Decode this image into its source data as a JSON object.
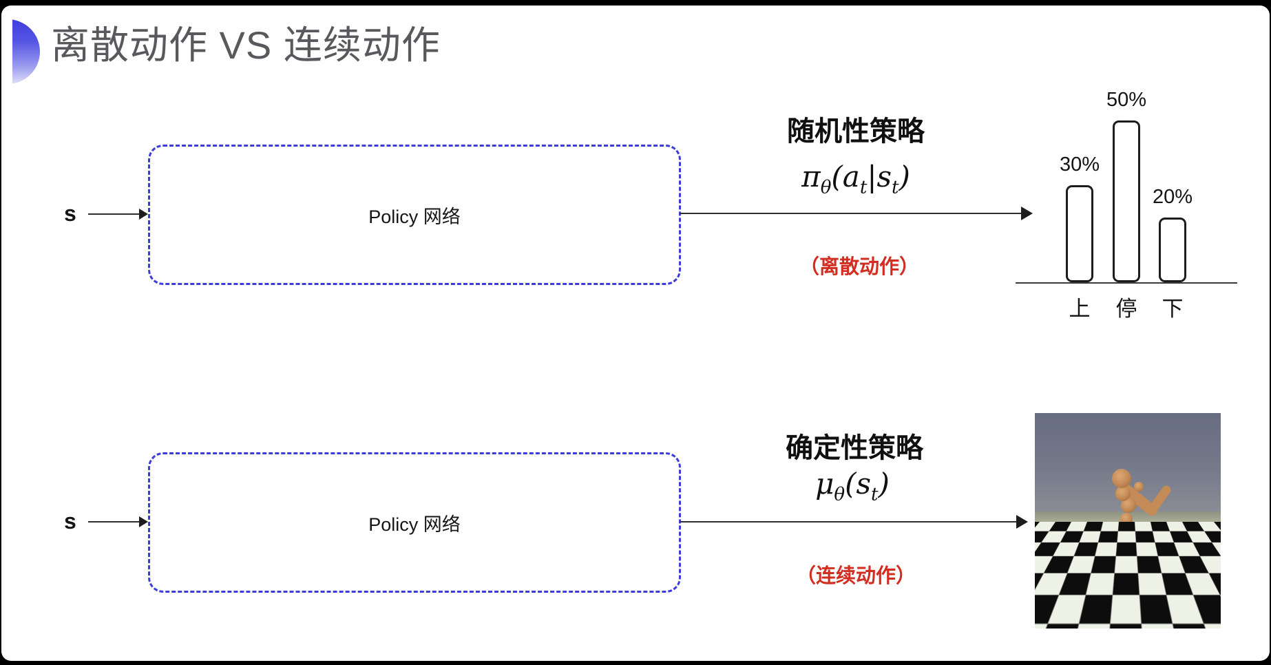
{
  "slide": {
    "title": "离散动作 VS 连续动作",
    "accent_color": "#3f3fdd",
    "title_color": "#58595d",
    "box_border_color": "#3c3cdb",
    "action_color": "#d22d20"
  },
  "top_flow": {
    "input_label": "s",
    "box_label": "Policy 网络",
    "policy_title": "随机性策略",
    "formula_segments": [
      {
        "t": "π"
      },
      {
        "t": "θ",
        "sub": true
      },
      {
        "t": "("
      },
      {
        "t": "a"
      },
      {
        "t": "t",
        "sub": true
      },
      {
        "t": "|"
      },
      {
        "t": "s"
      },
      {
        "t": "t",
        "sub": true
      },
      {
        "t": ")"
      }
    ],
    "action_type": "（离散动作）"
  },
  "bottom_flow": {
    "input_label": "s",
    "box_label": "Policy 网络",
    "policy_title": "确定性策略",
    "formula_segments": [
      {
        "t": "μ"
      },
      {
        "t": "θ",
        "sub": true
      },
      {
        "t": "("
      },
      {
        "t": "s"
      },
      {
        "t": "t",
        "sub": true
      },
      {
        "t": ")"
      }
    ],
    "action_type": "（连续动作）"
  },
  "chart_data": {
    "type": "bar",
    "categories": [
      "上",
      "停",
      "下"
    ],
    "values": [
      30,
      50,
      20
    ],
    "value_labels": [
      "30%",
      "50%",
      "20%"
    ],
    "title": "",
    "xlabel": "",
    "ylabel": "",
    "ylim": [
      0,
      55
    ],
    "grid": false,
    "legend": false,
    "bar_style": {
      "fill": "#ffffff",
      "stroke": "#1c1c1c",
      "rounded": true
    }
  },
  "robot_image": {
    "subject": "humanoid-robot-on-checkerboard-floor",
    "sky_color": "#757a8a",
    "floor_colors": [
      "#0d0d0d",
      "#eef2e6"
    ],
    "body_color": "#c48b57"
  }
}
